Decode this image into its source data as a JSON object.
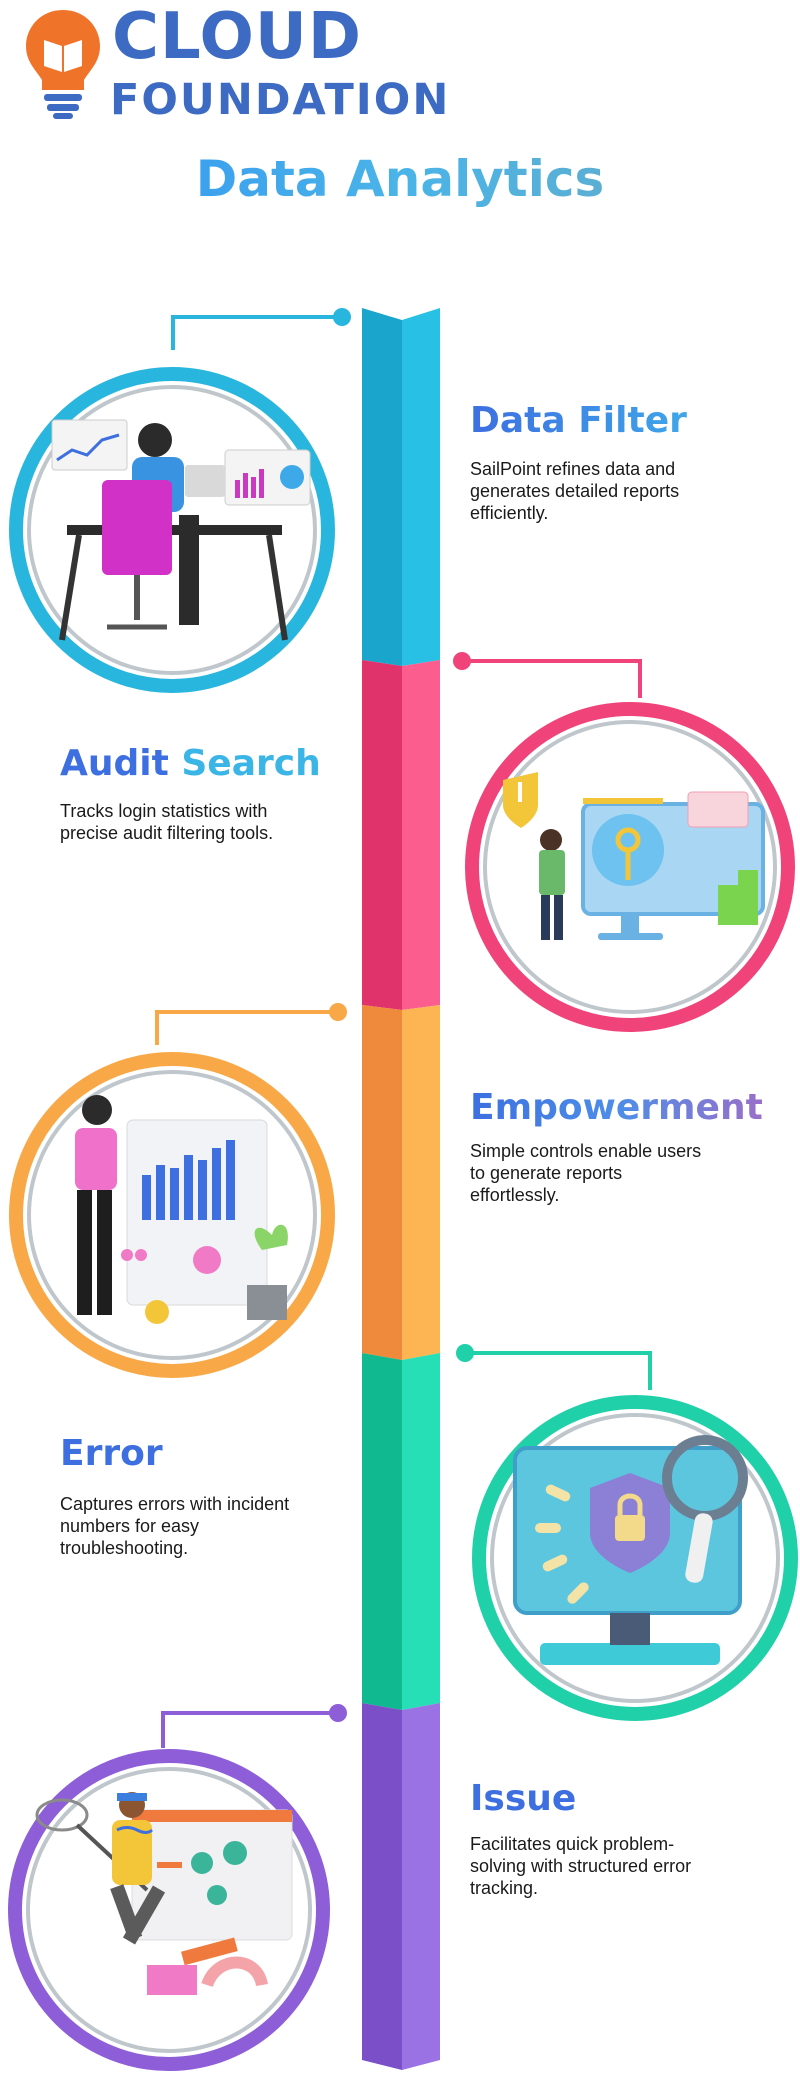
{
  "logo": {
    "line1": "CLOUD",
    "line2": "FOUNDATION",
    "icon": "lightbulb-book-icon"
  },
  "title": "Data Analytics",
  "steps": [
    {
      "title": "Data Filter",
      "description": "SailPoint refines data and generates detailed reports efficiently.",
      "color": "#29b6de",
      "illustration": "person-at-desk-with-charts"
    },
    {
      "title_part1": "Audit ",
      "title_part2": "Search",
      "description": "Tracks login statistics with precise audit filtering tools.",
      "color": "#f0437a",
      "illustration": "monitor-with-key"
    },
    {
      "title": "Empowerment",
      "description": "Simple controls enable users to generate reports effortlessly.",
      "color": "#f9a847",
      "illustration": "person-with-report"
    },
    {
      "title": "Error",
      "description": "Captures errors with incident numbers for easy troubleshooting.",
      "color": "#1fd0a9",
      "illustration": "monitor-shield-magnifier"
    },
    {
      "title": "Issue",
      "description": "Facilitates quick problem-solving with structured error tracking.",
      "color": "#8e5ed8",
      "illustration": "person-catching-bugs"
    }
  ]
}
